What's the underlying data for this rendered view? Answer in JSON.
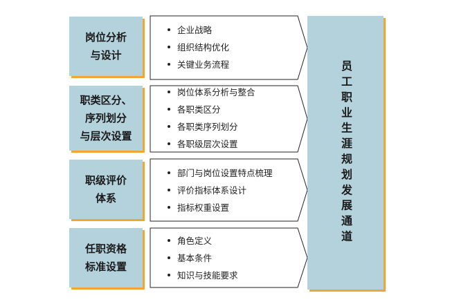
{
  "stages": [
    {
      "title_lines": [
        "岗位分析",
        "与设计"
      ],
      "items": [
        "企业战略",
        "组织结构优化",
        "关键业务流程"
      ]
    },
    {
      "title_lines": [
        "职类区分、",
        "序列划分",
        "与层次设置"
      ],
      "items": [
        "岗位体系分析与整合",
        "各职类区分",
        "各职类序列划分",
        "各职级层次设置"
      ]
    },
    {
      "title_lines": [
        "职级评价",
        "体系"
      ],
      "items": [
        "部门与岗位设置特点梳理",
        "评价指标体系设计",
        "指标权重设置"
      ]
    },
    {
      "title_lines": [
        "任职资格",
        "标准设置"
      ],
      "items": [
        "角色定义",
        "基本条件",
        "知识与技能要求"
      ]
    }
  ],
  "result": {
    "label": "员工职业生涯规划发展通道"
  },
  "colors": {
    "box_fill": "#b3d2dc",
    "shadow": "#f0a630",
    "arrow_stroke": "#222222"
  }
}
